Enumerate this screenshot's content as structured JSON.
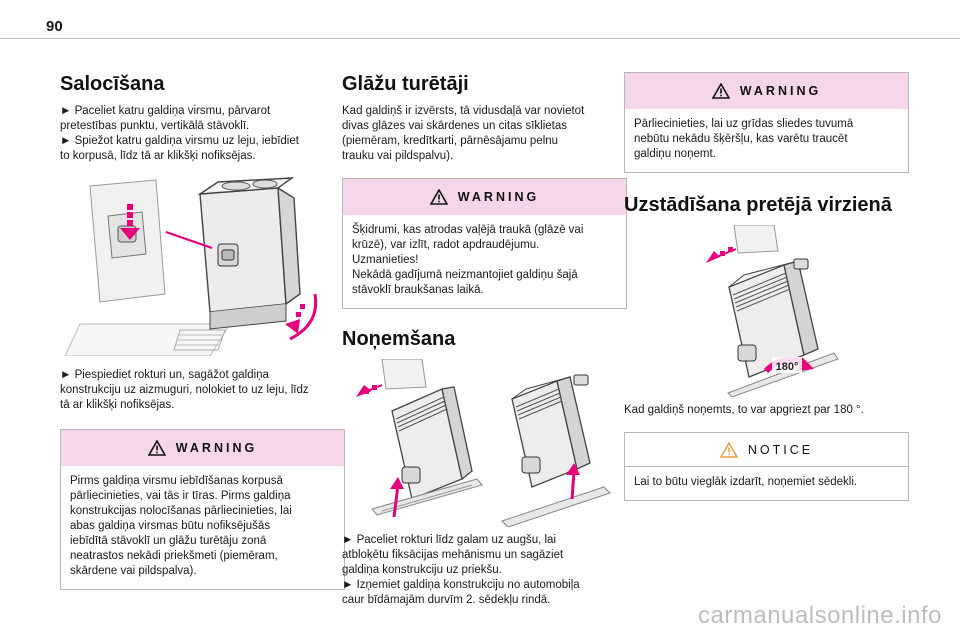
{
  "page": {
    "number": "90"
  },
  "col1": {
    "heading": "Salocīšana",
    "intro_lines": [
      "► Paceliet katru galdiņa virsmu, pārvarot",
      "pretestības punktu, vertikālā stāvoklī.",
      "► Spiežot katru galdiņa virsmu uz leju, iebīdiet",
      "to korpusā, līdz tā ar klikšķi nofiksējas."
    ],
    "after_lines": [
      "► Piespiediet rokturi un, sagāžot galdiņa",
      "konstrukciju uz aizmuguri, nolokiet to uz leju, līdz",
      "tā ar klikšķi nofiksējas."
    ],
    "warning": {
      "title": "WARNING",
      "lines": [
        "Pirms galdiņa virsmu iebīdīšanas korpusā",
        "pārliecinieties, vai tās ir tīras. Pirms galdiņa",
        "konstrukcijas nolocīšanas pārliecinieties, lai",
        "abas galdiņa virsmas būtu nofiksējušās",
        "iebīdītā stāvoklī un glāžu turētāju zonā",
        "neatrastos nekādi priekšmeti (piemēram,",
        "skārdene vai pildspalva)."
      ]
    }
  },
  "col2": {
    "heading": "Glāžu turētāji",
    "intro_lines": [
      "Kad galdiņš ir izvērsts, tā vidusdaļā var novietot",
      "divas glāzes vai skārdenes un citas sīklietas",
      "(piemēram, kredītkarti, pārnēsājamu pelnu",
      "trauku vai pildspalvu)."
    ],
    "warning": {
      "title": "WARNING",
      "lines": [
        "Šķidrumi, kas atrodas vaļējā traukā (glāzē vai",
        "krūzē), var izlīt, radot apdraudējumu.",
        "Uzmanieties!",
        "Nekādā gadījumā neizmantojiet galdiņu šajā",
        "stāvoklī braukšanas laikā."
      ]
    },
    "heading2": "Noņemšana",
    "removal_lines": [
      "► Paceliet rokturi līdz galam uz augšu, lai",
      "atbloķētu fiksācijas mehānismu un sagāziet",
      "galdiņa konstrukciju uz priekšu.",
      "► Izņemiet galdiņa konstrukciju no automobiļa",
      "caur bīdāmajām durvīm 2. sēdekļu rindā."
    ]
  },
  "col3": {
    "warning": {
      "title": "WARNING",
      "lines": [
        "Pārliecinieties, lai uz grīdas sliedes tuvumā",
        "nebūtu nekādu šķēršļu, kas varētu traucēt",
        "galdiņu noņemt."
      ]
    },
    "heading": "Uzstādīšana pretējā virzienā",
    "rotate_label": "180°",
    "rotate_lines": [
      "Kad galdiņš noņemts, to var apgriezt par 180 °."
    ],
    "notice": {
      "title": "NOTICE",
      "lines": [
        "Lai to būtu vieglāk izdarīt, noņemiet sēdekli."
      ]
    }
  },
  "footer": {
    "watermark": "carmanualsonline.info"
  },
  "colors": {
    "warning_band": "#f6d6ea",
    "arrow_magenta": "#e6007e"
  }
}
